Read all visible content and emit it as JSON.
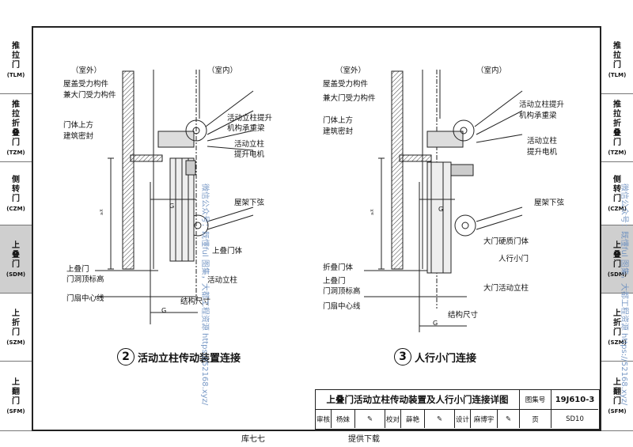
{
  "side_tabs": [
    {
      "glyphs": [
        "推",
        "拉",
        "门"
      ],
      "code": "(TLM)",
      "active": false
    },
    {
      "glyphs": [
        "推",
        "拉",
        "折",
        "叠",
        "门"
      ],
      "code": "(TZM)",
      "active": false
    },
    {
      "glyphs": [
        "侧",
        "转",
        "门"
      ],
      "code": "(CZM)",
      "active": false
    },
    {
      "glyphs": [
        "上",
        "叠",
        "门"
      ],
      "code": "(SDM)",
      "active": true
    },
    {
      "glyphs": [
        "上",
        "折",
        "门"
      ],
      "code": "(SZM)",
      "active": false
    },
    {
      "glyphs": [
        "上",
        "翻",
        "门"
      ],
      "code": "(SFM)",
      "active": false
    }
  ],
  "detail2": {
    "outdoor": "（室外）",
    "indoor": "（室内）",
    "labels": {
      "roof_load": "屋盖受力构件",
      "big_door_load": "兼大门受力构件",
      "top_seal_1": "门体上方",
      "top_seal_2": "建筑密封",
      "beam_1": "活动立柱提升",
      "beam_2": "机构承重梁",
      "motor_1": "活动立柱",
      "motor_2": "提升电机",
      "truss": "屋架下弦",
      "fold_door": "上叠门体",
      "sdm_1": "上叠门",
      "sdm_2": "门洞顶标高",
      "post": "活动立柱",
      "center": "门扇中心线",
      "struct": "结构尺寸"
    },
    "dims": {
      "g_top": "G",
      "g_bottom": "G",
      "side": "≥X"
    },
    "number": "2",
    "caption": "活动立柱传动装置连接"
  },
  "detail3": {
    "outdoor": "（室外）",
    "indoor": "（室内）",
    "labels": {
      "roof_load": "屋盖受力构件",
      "big_door_load": "兼大门受力构件",
      "top_seal_1": "门体上方",
      "top_seal_2": "建筑密封",
      "beam_1": "活动立柱提升",
      "beam_2": "机构承重梁",
      "motor_1": "活动立柱",
      "motor_2": "提升电机",
      "truss": "屋架下弦",
      "hard_door": "大门硬质门体",
      "wicket": "人行小门",
      "fold_door": "折叠门体",
      "sdm_1": "上叠门",
      "sdm_2": "门洞顶标高",
      "big_post": "大门活动立柱",
      "center": "门扇中心线",
      "struct": "结构尺寸"
    },
    "dims": {
      "g_top": "G",
      "g_bottom": "G",
      "side": "≥X"
    },
    "number": "3",
    "caption": "人行小门连接"
  },
  "title_block": {
    "title": "上叠门活动立柱传动装置及人行小门连接详图",
    "atlas_label": "图集号",
    "atlas_no": "19J610-3",
    "review": "审核",
    "reviewer": "杨妹",
    "check": "校对",
    "checker": "薛艳",
    "design": "设计",
    "designer": "麻博宇",
    "page_label": "页",
    "page_no": "SD10"
  },
  "watermark": "微信公众号：既懂ful 图集，大都工程资源 https://52168.xyz/",
  "footer": {
    "left": "库七七",
    "right": "提供下载"
  }
}
